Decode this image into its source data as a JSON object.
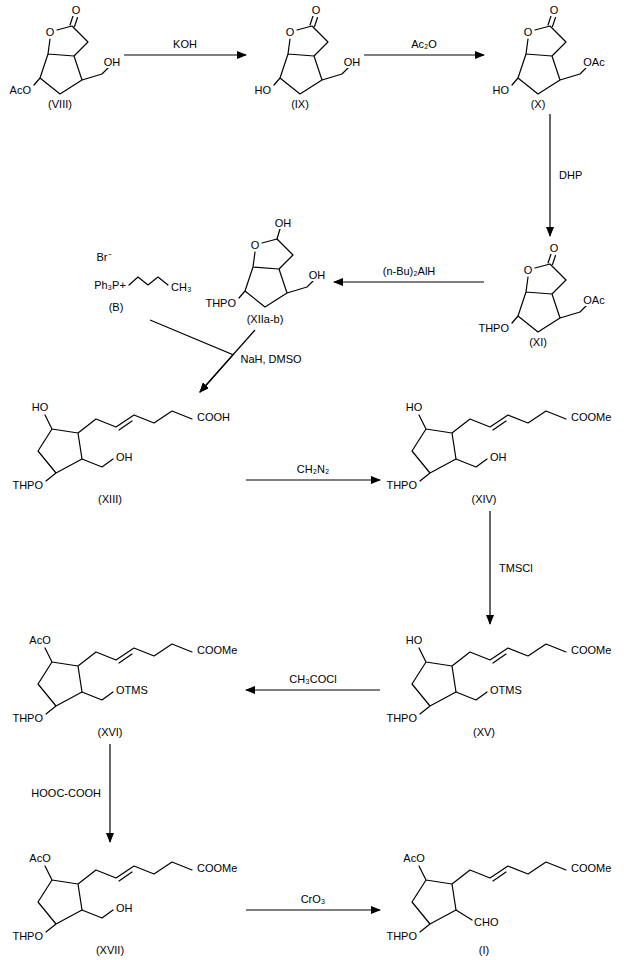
{
  "diagram": {
    "nodes": [
      {
        "text": [
          "O",
          "O",
          "AcO",
          "OH",
          "(VIII)"
        ]
      },
      {
        "text": [
          "O",
          "O",
          "HO",
          "OH",
          "(IX)"
        ]
      },
      {
        "text": [
          "O",
          "O",
          "HO",
          "OAc",
          "(X)"
        ]
      },
      {
        "text": [
          "O",
          "O",
          "THPO",
          "OAc",
          "(XI)"
        ]
      },
      {
        "text": [
          "OH",
          "O",
          "THPO",
          "OH",
          "(XIIa-b)"
        ]
      },
      {
        "text": [
          "Br⁻",
          "Ph₃P+",
          "CH₃",
          "(B)"
        ]
      },
      {
        "text": [
          "HO",
          "COOH",
          "THPO",
          "OH",
          "(XIII)"
        ]
      },
      {
        "text": [
          "HO",
          "COOMe",
          "THPO",
          "OH",
          "(XIV)"
        ]
      },
      {
        "text": [
          "HO",
          "COOMe",
          "THPO",
          "OTMS",
          "(XV)"
        ]
      },
      {
        "text": [
          "AcO",
          "COOMe",
          "THPO",
          "OTMS",
          "(XVI)"
        ]
      },
      {
        "text": [
          "AcO",
          "COOMe",
          "THPO",
          "OH",
          "(XVII)"
        ]
      },
      {
        "text": [
          "AcO",
          "COOMe",
          "THPO",
          "CHO",
          "(I)"
        ]
      }
    ],
    "edges": [
      {
        "from": 0,
        "to": 1,
        "arrow": "to",
        "label": "KOH"
      },
      {
        "from": 1,
        "to": 2,
        "arrow": "to",
        "label": "Ac₂O"
      },
      {
        "from": 2,
        "to": 3,
        "arrow": "to",
        "label": "DHP"
      },
      {
        "from": 3,
        "to": 4,
        "arrow": "to",
        "label": "(n-Bu)₂AlH"
      },
      {
        "from": 4,
        "to": 6,
        "arrow": "to",
        "label": "NaH, DMSO"
      },
      {
        "from": 5,
        "to": 6,
        "arrow": "to"
      },
      {
        "from": 6,
        "to": 7,
        "arrow": "to",
        "label": "CH₂N₂"
      },
      {
        "from": 7,
        "to": 8,
        "arrow": "to",
        "label": "TMSCl"
      },
      {
        "from": 8,
        "to": 9,
        "arrow": "to",
        "label": "CH₃COCl"
      },
      {
        "from": 9,
        "to": 10,
        "arrow": "to",
        "label": "HOOC-COOH"
      },
      {
        "from": 10,
        "to": 11,
        "arrow": "to",
        "label": "CrO₃"
      }
    ]
  }
}
